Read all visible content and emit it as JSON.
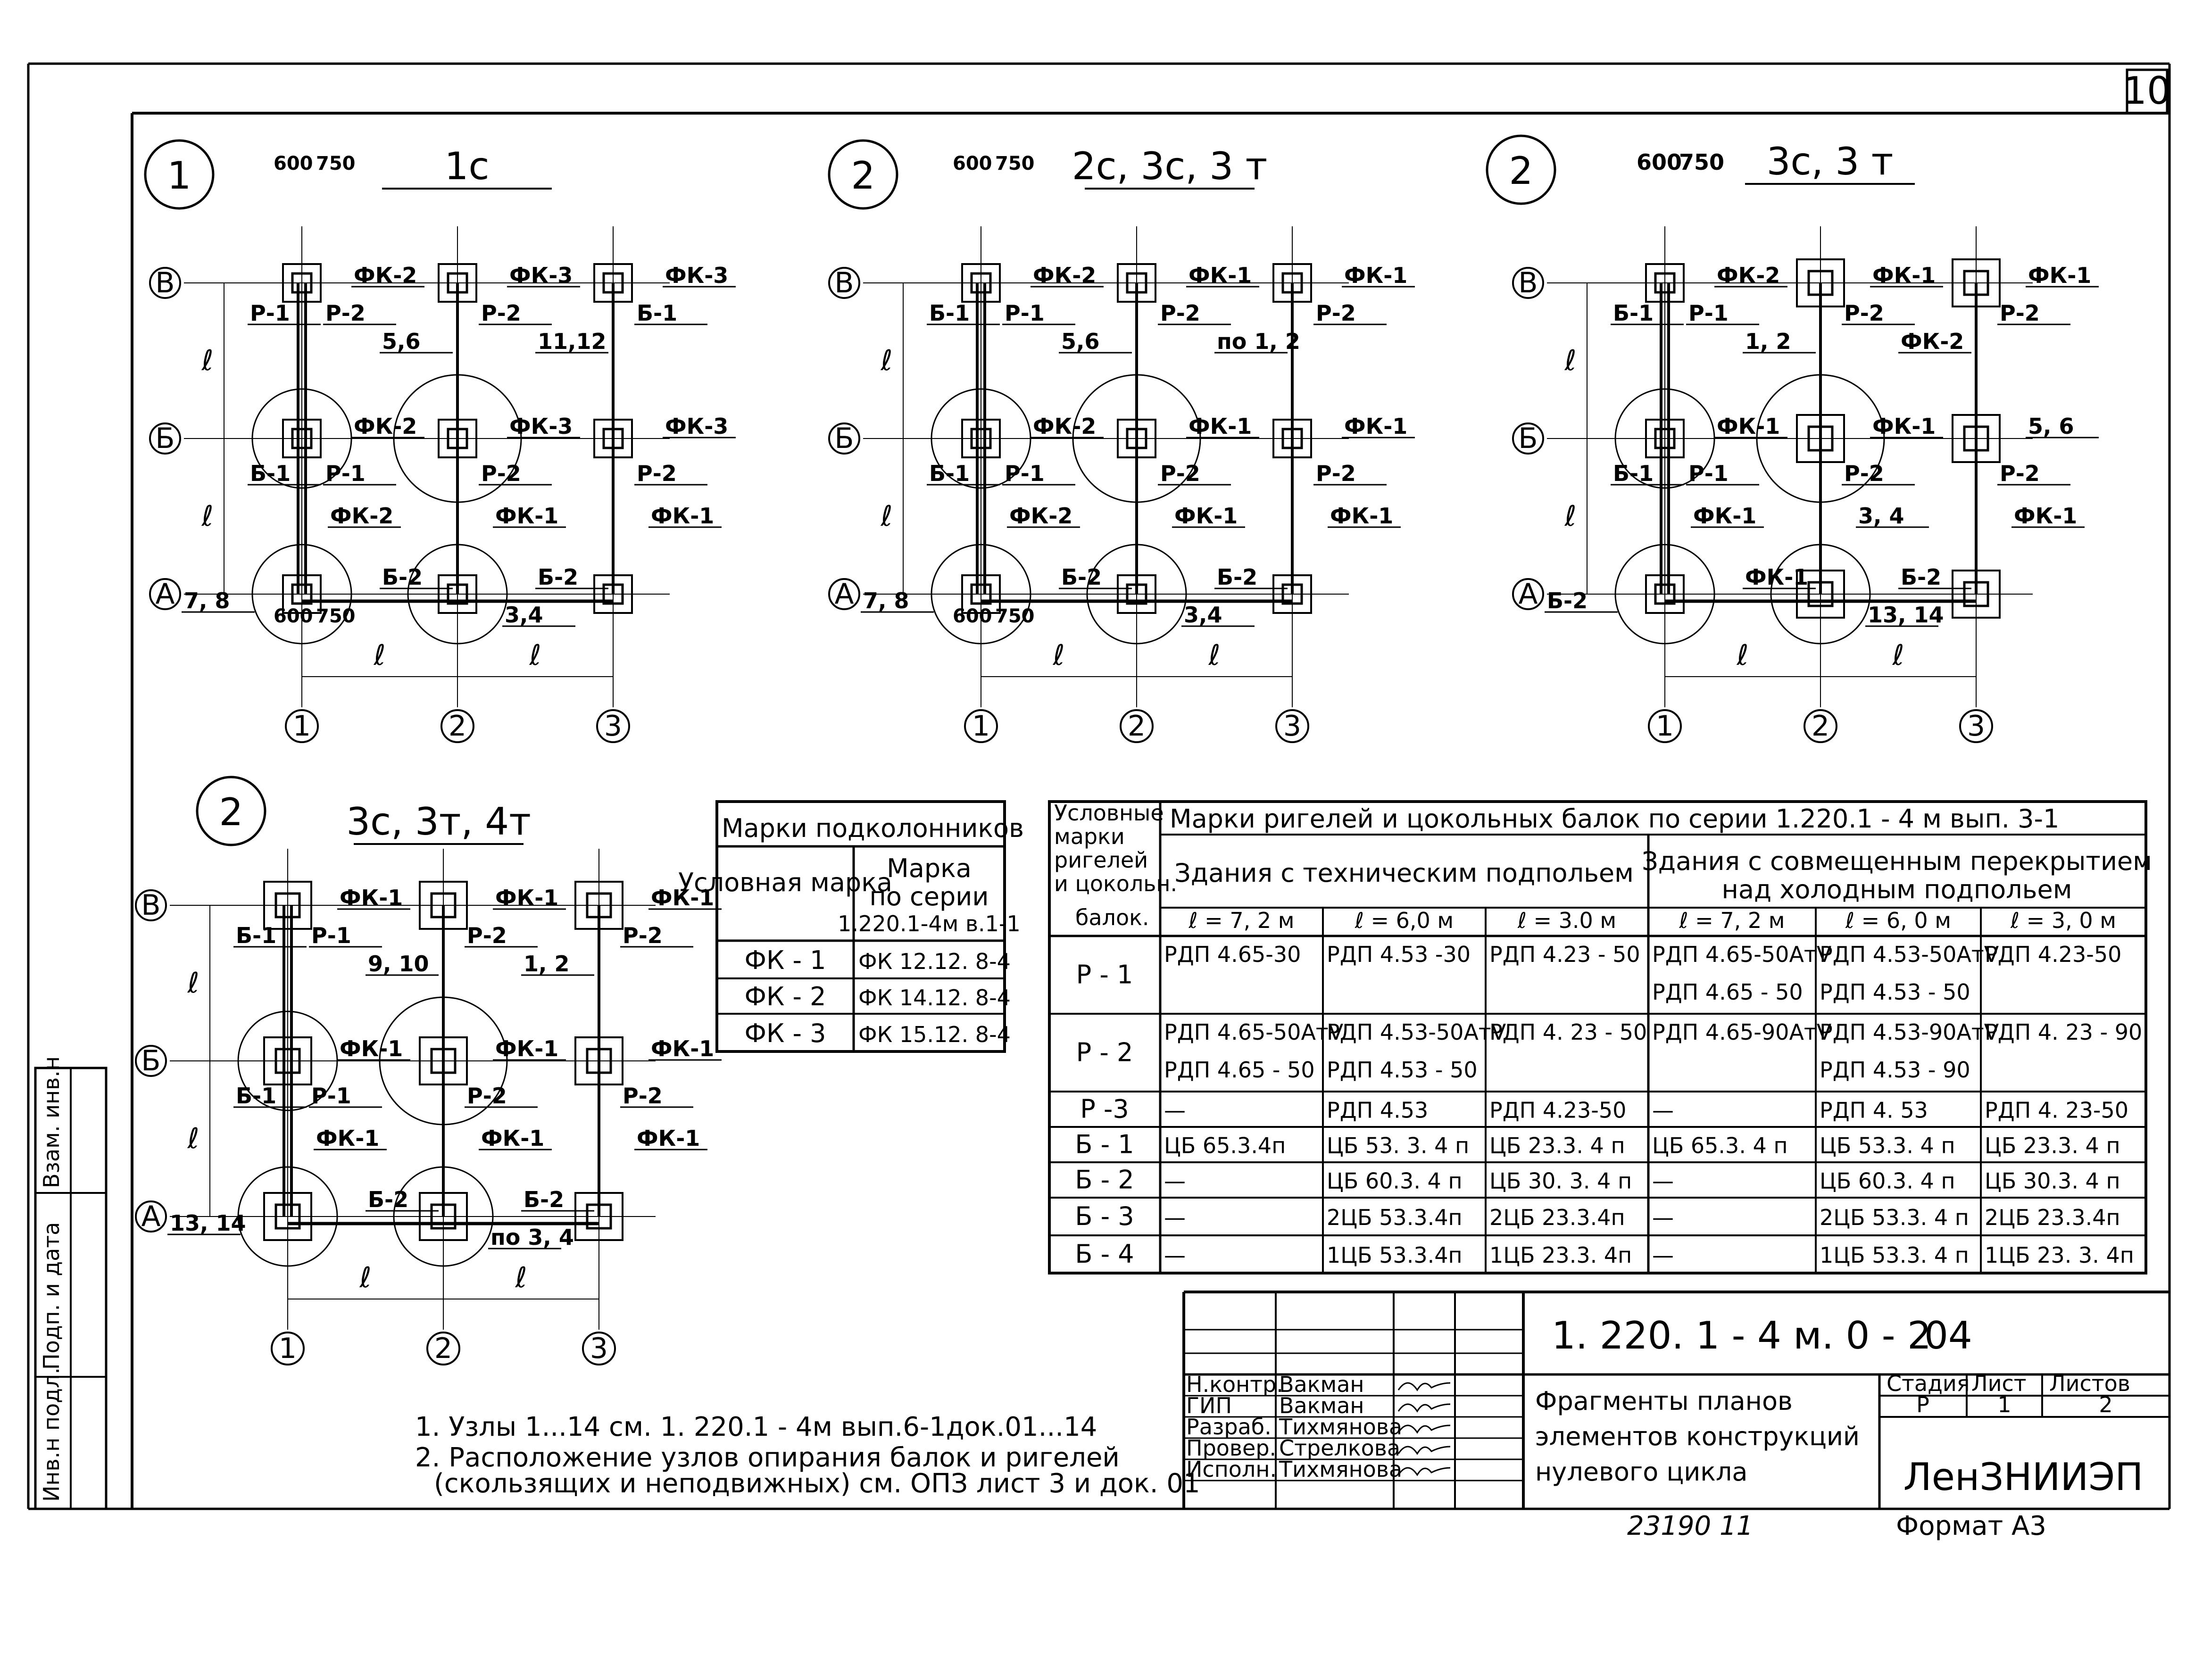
{
  "sheet_number": "10",
  "fragments": [
    {
      "num": "1",
      "title": "1с",
      "labels": [
        "ФК-2",
        "ФК-3",
        "ФК-3",
        "Р-1",
        "Р-2",
        "Р-2",
        "Б-1",
        "5,6",
        "11,12",
        "ФК-2",
        "ФК-3",
        "ФК-3",
        "Б-1",
        "Р-1",
        "Р-2",
        "Р-2",
        "ФК-2",
        "ФК-1",
        "ФК-1",
        "Б-2",
        "Б-2",
        "7, 8",
        "3,4",
        "600",
        "750",
        "600",
        "750"
      ],
      "dims": [
        "ℓ",
        "ℓ",
        "ℓ",
        "ℓ"
      ],
      "axes_row": [
        "В",
        "Б",
        "А"
      ],
      "axes_col": [
        "1",
        "2",
        "3"
      ]
    },
    {
      "num": "2",
      "title": "2с, 3с, 3 т",
      "labels": [
        "ФК-2",
        "ФК-1",
        "ФК-1",
        "Б-1",
        "Р-1",
        "Р-2",
        "Р-2",
        "5,6",
        "по 1, 2",
        "ФК-2",
        "ФК-1",
        "ФК-1",
        "Б-1",
        "Р-1",
        "Р-2",
        "Р-2",
        "ФК-2",
        "ФК-1",
        "ФК-1",
        "Б-2",
        "Б-2",
        "7, 8",
        "3,4",
        "600",
        "750",
        "600",
        "750"
      ],
      "dims": [
        "ℓ",
        "ℓ",
        "ℓ",
        "ℓ"
      ],
      "axes_row": [
        "В",
        "Б",
        "А"
      ],
      "axes_col": [
        "1",
        "2",
        "3"
      ]
    },
    {
      "num": "2",
      "title": "3с, 3 т",
      "labels": [
        "ФК-2",
        "ФК-1",
        "ФК-1",
        "Б-1",
        "Р-1",
        "Р-2",
        "Р-2",
        "1, 2",
        "ФК-2",
        "ФК-1",
        "ФК-1",
        "5, 6",
        "Б-1",
        "Р-1",
        "Р-2",
        "Р-2",
        "ФК-1",
        "3, 4",
        "ФК-1",
        "ФК-1",
        "Б-2",
        "Б-2",
        "13, 14",
        "600",
        "750"
      ],
      "dims": [
        "ℓ",
        "ℓ",
        "ℓ",
        "ℓ"
      ],
      "axes_row": [
        "В",
        "Б",
        "А"
      ],
      "axes_col": [
        "1",
        "2",
        "3"
      ]
    },
    {
      "num": "2",
      "title": "3с, 3т, 4т",
      "labels": [
        "ФК-1",
        "ФК-1",
        "ФК-1",
        "Б-1",
        "Р-1",
        "Р-2",
        "Р-2",
        "9, 10",
        "1, 2",
        "ФК-1",
        "ФК-1",
        "ФК-1",
        "Б-1",
        "Р-1",
        "Р-2",
        "Р-2",
        "ФК-1",
        "ФК-1",
        "ФК-1",
        "Б-2",
        "Б-2",
        "13, 14",
        "по 3, 4"
      ],
      "dims": [
        "ℓ",
        "ℓ",
        "ℓ",
        "ℓ"
      ],
      "axes_row": [
        "В",
        "Б",
        "А"
      ],
      "axes_col": [
        "1",
        "2",
        "3"
      ]
    }
  ],
  "podkol_table": {
    "title": "Марки подколонников",
    "col1": "Условная марка",
    "col2": [
      "Марка",
      "по серии",
      "1.220.1-4м в.1-1"
    ],
    "rows": [
      [
        "ФК - 1",
        "ФК 12.12. 8-4"
      ],
      [
        "ФК - 2",
        "ФК 14.12. 8-4"
      ],
      [
        "ФК - 3",
        "ФК 15.12. 8-4"
      ]
    ]
  },
  "rigel_table": {
    "corner": [
      "Условные",
      "марки",
      "ригелей",
      "и цокольн.",
      "балок."
    ],
    "title": "Марки ригелей и цокольных балок по серии  1.220.1 - 4 м вып. 3-1",
    "group1": "Здания с техническим подпольем",
    "group2": [
      "Здания с совмещенным перекрытием",
      "над холодным подпольем"
    ],
    "spans": [
      "ℓ = 7, 2 м",
      "ℓ = 6,0 м",
      "ℓ = 3.0 м",
      "ℓ = 7, 2 м",
      "ℓ = 6, 0 м",
      "ℓ = 3, 0 м"
    ],
    "rows": [
      {
        "mark": "Р - 1",
        "cells": [
          [
            "РДП 4.65-30",
            ""
          ],
          [
            "РДП 4.53 -30",
            ""
          ],
          [
            "РДП 4.23 - 50",
            ""
          ],
          [
            "РДП 4.65-50АтⅤ",
            "РДП 4.65 - 50"
          ],
          [
            "РДП 4.53-50АтⅤ",
            "РДП 4.53 - 50"
          ],
          [
            "РДП 4.23-50",
            ""
          ]
        ]
      },
      {
        "mark": "Р - 2",
        "cells": [
          [
            "РДП 4.65-50АтⅤ",
            "РДП 4.65 - 50"
          ],
          [
            "РДП 4.53-50АтⅤ",
            "РДП 4.53 - 50"
          ],
          [
            "РДП 4. 23 - 50",
            ""
          ],
          [
            "РДП 4.65-90АтⅤ",
            ""
          ],
          [
            "РДП 4.53-90АтⅤ",
            "РДП 4.53 - 90"
          ],
          [
            "РДП 4. 23 - 90",
            ""
          ]
        ]
      },
      {
        "mark": "Р -3",
        "cells": [
          [
            "—"
          ],
          [
            "РДП 4.53"
          ],
          [
            "РДП 4.23-50"
          ],
          [
            "—"
          ],
          [
            "РДП 4. 53"
          ],
          [
            "РДП 4. 23-50"
          ]
        ]
      },
      {
        "mark": "Б - 1",
        "cells": [
          [
            "ЦБ 65.3.4п"
          ],
          [
            "ЦБ 53. 3. 4 п"
          ],
          [
            "ЦБ 23.3. 4 п"
          ],
          [
            "ЦБ 65.3. 4 п"
          ],
          [
            "ЦБ 53.3. 4 п"
          ],
          [
            "ЦБ 23.3. 4 п"
          ]
        ]
      },
      {
        "mark": "Б - 2",
        "cells": [
          [
            "—"
          ],
          [
            "ЦБ 60.3. 4 п"
          ],
          [
            "ЦБ 30. 3. 4 п"
          ],
          [
            "—"
          ],
          [
            "ЦБ 60.3. 4 п"
          ],
          [
            "ЦБ 30.3. 4 п"
          ]
        ]
      },
      {
        "mark": "Б - 3",
        "cells": [
          [
            "—"
          ],
          [
            "2ЦБ 53.3.4п"
          ],
          [
            "2ЦБ 23.3.4п"
          ],
          [
            "—"
          ],
          [
            "2ЦБ 53.3. 4 п"
          ],
          [
            "2ЦБ 23.3.4п"
          ]
        ]
      },
      {
        "mark": "Б - 4",
        "cells": [
          [
            "—"
          ],
          [
            "1ЦБ 53.3.4п"
          ],
          [
            "1ЦБ 23.3. 4п"
          ],
          [
            "—"
          ],
          [
            "1ЦБ 53.3. 4 п"
          ],
          [
            "1ЦБ 23. 3. 4п"
          ]
        ]
      }
    ]
  },
  "notes": [
    "1. Узлы 1...14 см.  1. 220.1 - 4м  вып.6-1док.01...14",
    "2. Расположение узлов опирания балок и ригелей",
    "(скользящих и неподвижных) см. ОПЗ лист 3 и док. 01"
  ],
  "stamp": {
    "code": "1. 220. 1 - 4 м. 0 - 2",
    "code_suffix": "04",
    "title_lines": [
      "Фрагменты  планов",
      "элементов конструкций",
      "нулевого   цикла"
    ],
    "roles": [
      "Н.контр.",
      "ГИП",
      "Разраб.",
      "Провер.",
      "Исполн."
    ],
    "names": [
      "Вакман",
      "Вакман",
      "Тихмянова",
      "Стрелкова",
      "Тихмянова"
    ],
    "stage_headers": [
      "Стадия",
      "Лист",
      "Листов"
    ],
    "stage_values": [
      "Р",
      "1",
      "2"
    ],
    "org": "ЛенЗНИИЭП",
    "inventory": "23190     11",
    "format": "Формат  А3"
  },
  "side_stamp": [
    "Инв.н подл.",
    "Подп. и дата",
    "Взам. инв.н"
  ]
}
